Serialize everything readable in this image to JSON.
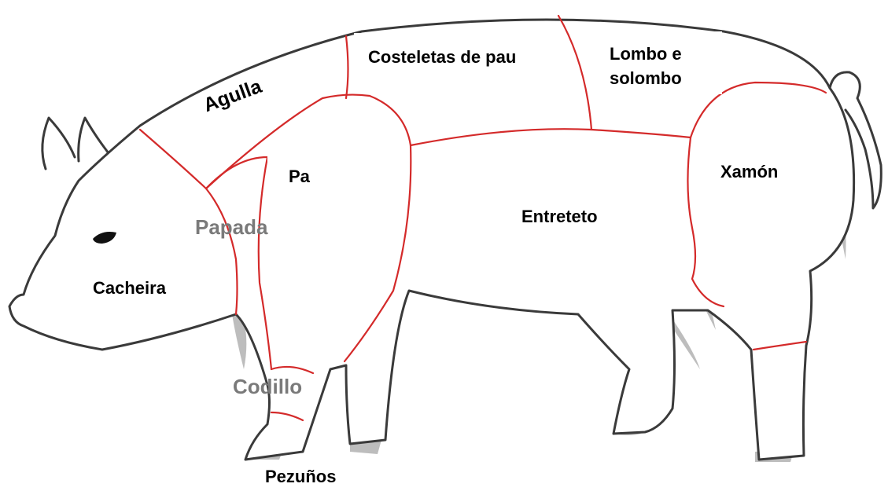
{
  "diagram": {
    "labels": {
      "agulla": "Agulla",
      "costeletas": "Costeletas de pau",
      "lombo_line1": "Lombo e",
      "lombo_line2": "solombo",
      "pa": "Pa",
      "papada": "Papada",
      "entreteto": "Entreteto",
      "xamon": "Xamón",
      "cacheira": "Cacheira",
      "codillo": "Codillo",
      "pezunos": "Pezuños"
    },
    "colors": {
      "outline": "#3a3a3a",
      "cut_lines": "#d42a2a",
      "shading": "#bdbdbd",
      "body_fill": "#ffffff",
      "eye": "#111111",
      "original_label_grey": "#7a7a7a"
    }
  }
}
